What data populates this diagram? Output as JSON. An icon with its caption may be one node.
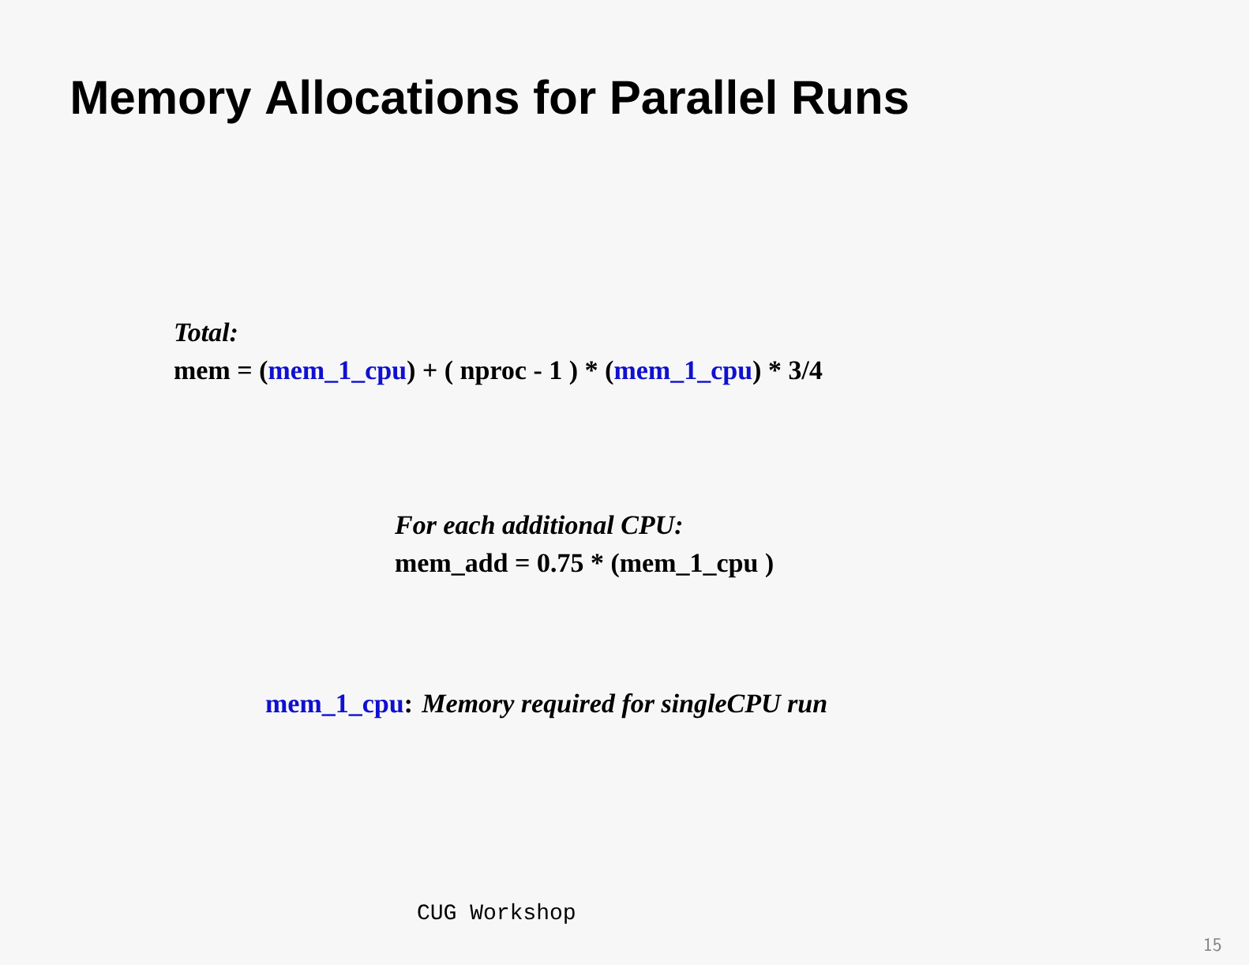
{
  "diagram": {
    "title": "Memory Allocations for Parallel Runs",
    "labels": [
      "Total:",
      "mem = (",
      "mem_1_cpu",
      ") + ( nproc - 1 ) * (",
      "mem_1_cpu",
      ") * 3/4",
      "For each additional CPU:",
      "mem_add = 0.75 * (mem_1_cpu )",
      "mem_1_cpu",
      ": *Memory required for singleCPU run*",
      "CUG Workshop",
      "15"
    ]
  }
}
